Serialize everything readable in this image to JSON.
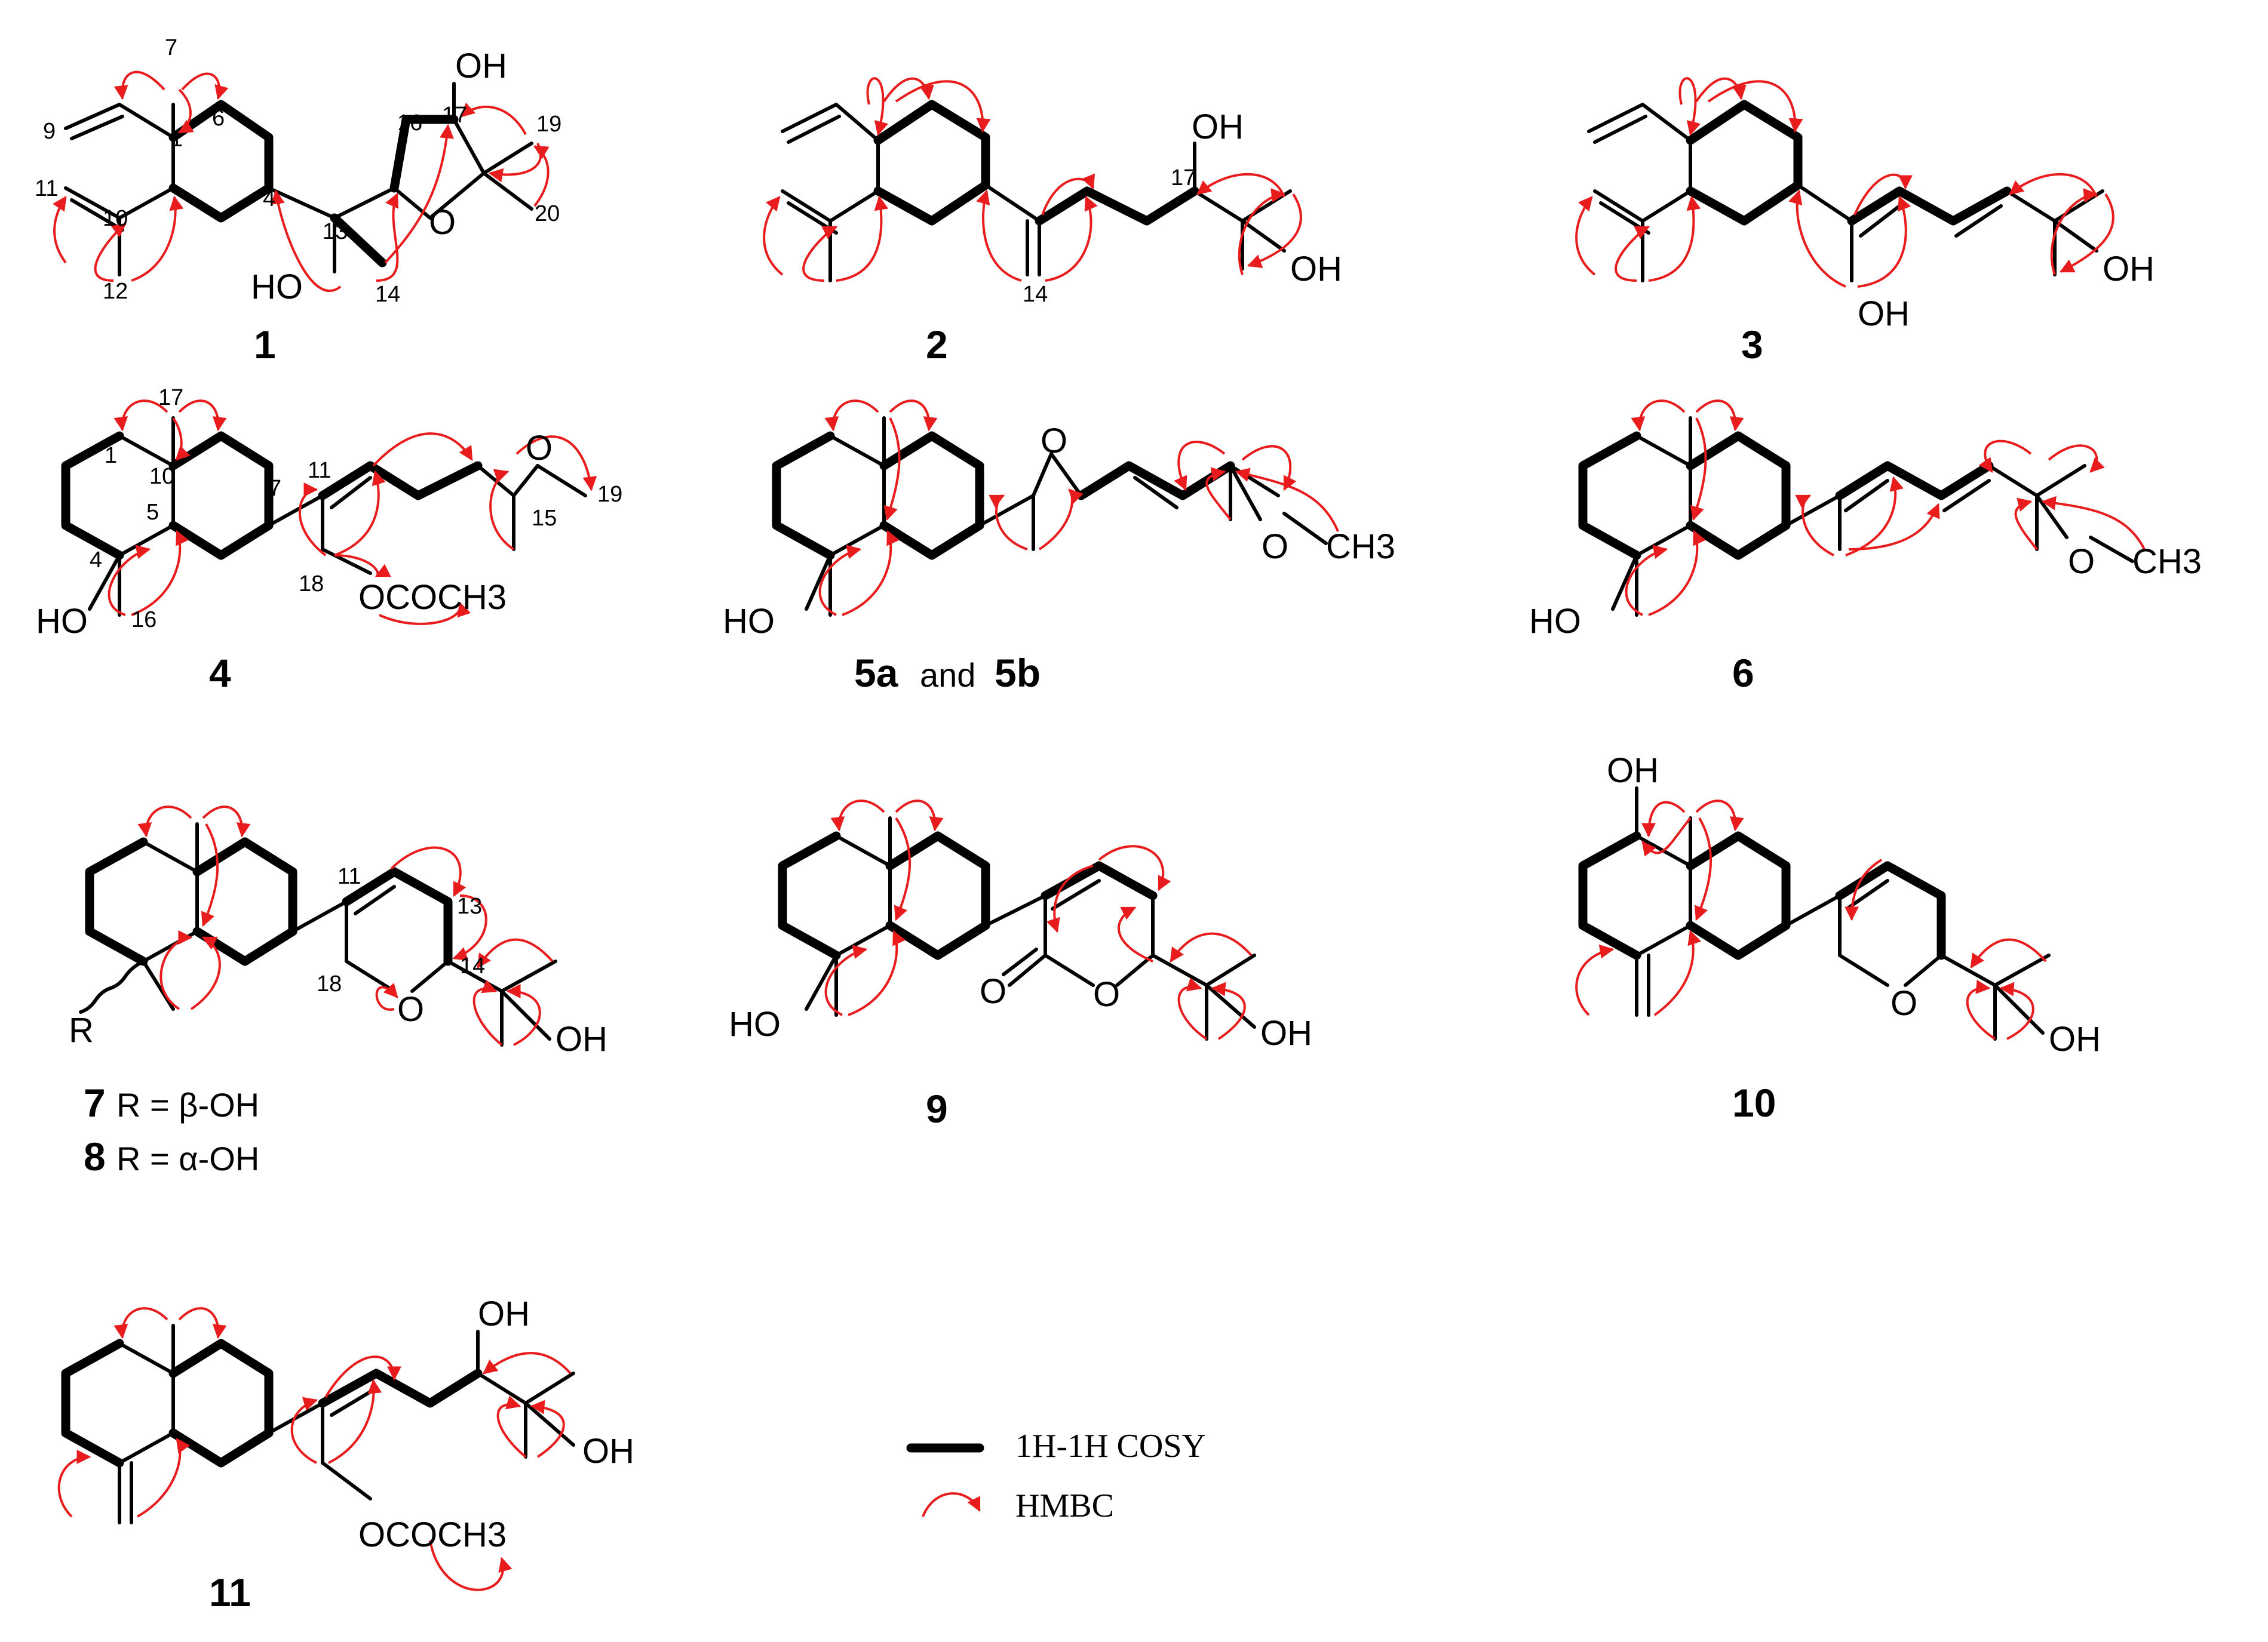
{
  "colors": {
    "bond": "#000000",
    "hmbc": "#e81c1c"
  },
  "compounds": {
    "c1": {
      "id": "1",
      "atoms": {
        "oh_top": "OH",
        "ho_bottom": "HO",
        "o_ring": "O"
      },
      "numbers": {
        "n7": "7",
        "n6": "6",
        "n9": "9",
        "n1": "1",
        "n11": "11",
        "n10": "10",
        "n12": "12",
        "n4": "4",
        "n13": "13",
        "n14": "14",
        "n16": "16",
        "n17": "17",
        "n19": "19",
        "n20": "20"
      }
    },
    "c2": {
      "id": "2",
      "atoms": {
        "oh_top": "OH",
        "oh_right": "OH"
      },
      "numbers": {
        "n17": "17",
        "n14": "14"
      }
    },
    "c3": {
      "id": "3",
      "atoms": {
        "oh_bottom": "OH",
        "oh_right": "OH"
      }
    },
    "c4": {
      "id": "4",
      "atoms": {
        "ho": "HO",
        "o_epox": "O",
        "ococh3": "OCOCH3"
      },
      "numbers": {
        "n17": "17",
        "n1": "1",
        "n10": "10",
        "n5": "5",
        "n7": "7",
        "n4": "4",
        "n16": "16",
        "n11": "11",
        "n18": "18",
        "n19": "19",
        "n15": "15"
      }
    },
    "c5": {
      "id_a": "5a",
      "joiner": "and",
      "id_b": "5b",
      "atoms": {
        "ho": "HO",
        "o_epox": "O",
        "o_ether": "O",
        "ch3": "CH3"
      }
    },
    "c6": {
      "id": "6",
      "atoms": {
        "ho": "HO",
        "o_ether": "O",
        "ch3": "CH3"
      }
    },
    "c7": {
      "atoms": {
        "r": "R",
        "o_ring": "O",
        "oh": "OH"
      },
      "numbers": {
        "n11": "11",
        "n13": "13",
        "n14": "14",
        "n18": "18"
      }
    },
    "c78": {
      "line1_id": "7",
      "line1_text": "R = β-OH",
      "line2_id": "8",
      "line2_text": "R = α-OH"
    },
    "c9": {
      "id": "9",
      "atoms": {
        "ho": "HO",
        "o_carbonyl": "O",
        "o_ring": "O",
        "oh": "OH"
      }
    },
    "c10": {
      "id": "10",
      "atoms": {
        "oh_top": "OH",
        "o_ring": "O",
        "oh": "OH"
      }
    },
    "c11": {
      "id": "11",
      "atoms": {
        "oh_top": "OH",
        "oh_right": "OH",
        "ococh3": "OCOCH3"
      }
    }
  },
  "legend": {
    "cosy_label": "1H-1H COSY",
    "hmbc_label": "HMBC"
  }
}
